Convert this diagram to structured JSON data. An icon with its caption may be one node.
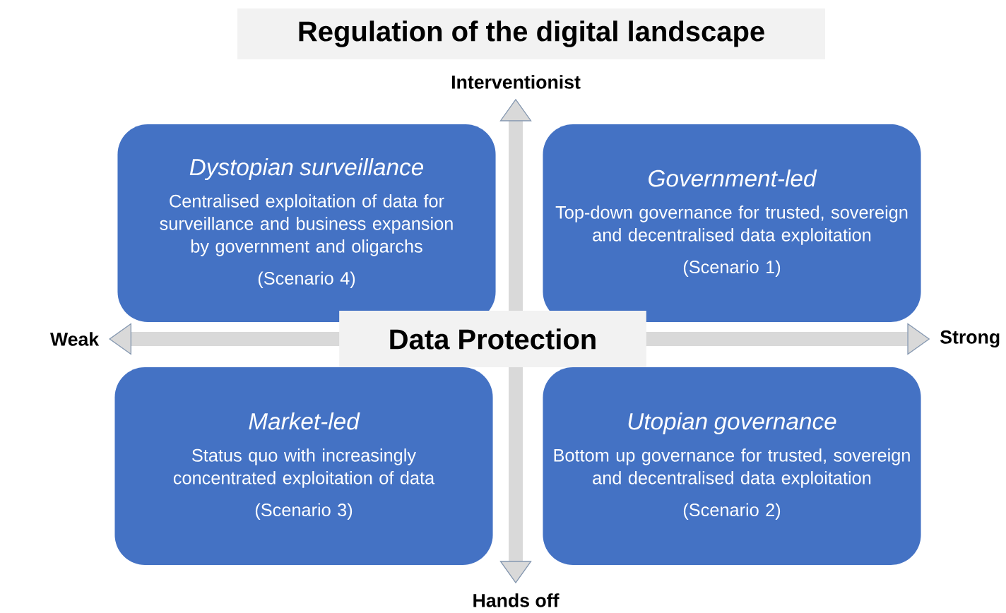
{
  "diagram": {
    "title": "Regulation of the digital landscape",
    "nodes": [
      {
        "text": [
          "Interventionist"
        ]
      },
      {
        "text": [
          "Dystopian surveillance",
          "Centralised exploitation of data for surveillance and business expansion by government and oligarchs",
          "(Scenario 4)"
        ]
      },
      {
        "text": [
          "Government-led",
          "Top-down governance for trusted, sovereign and decentralised data exploitation",
          "(Scenario 1)"
        ]
      },
      {
        "text": [
          "Weak"
        ]
      },
      {
        "text": [
          "Strong"
        ]
      },
      {
        "text": [
          "Market-led",
          "Status quo with increasingly concentrated exploitation of data",
          "(Scenario 3)"
        ]
      },
      {
        "text": [
          "Utopian governance",
          "Bottom up governance for trusted, sovereign and decentralised data exploitation",
          "(Scenario 2)"
        ]
      },
      {
        "text": [
          "Hands off"
        ]
      }
    ],
    "edges": [
      {
        "from": 0,
        "to": 7,
        "arrow": "both"
      },
      {
        "from": 3,
        "to": 4,
        "arrow": "both",
        "label": "Data Protection"
      }
    ]
  }
}
